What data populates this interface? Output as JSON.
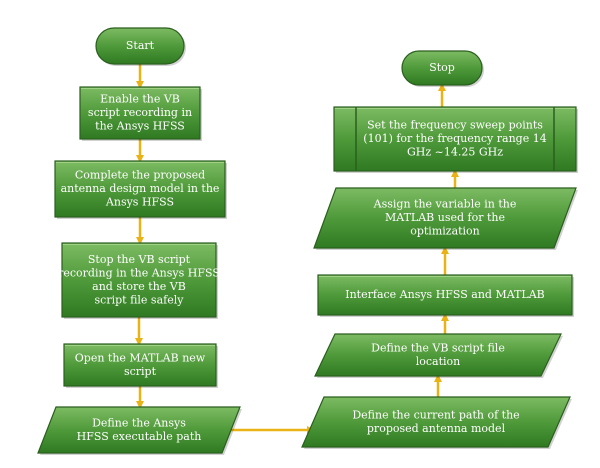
{
  "colors": {
    "fill_dark": "#2f7a22",
    "fill_mid": "#4f9a3a",
    "fill_light": "#7dbb63",
    "stroke": "#2a5f1e",
    "text": "#ffffff",
    "arrow": "#e9b315"
  },
  "nodes": {
    "start": {
      "lines": [
        "Start"
      ]
    },
    "enable_recording": {
      "lines": [
        "Enable the VB",
        "script recording in",
        "the Ansys HFSS"
      ]
    },
    "complete_model": {
      "lines": [
        "Complete the proposed",
        "antenna design model in the",
        "Ansys HFSS"
      ]
    },
    "stop_recording": {
      "lines": [
        "Stop the VB script",
        "recording in the Ansys HFSS",
        "and store the VB",
        "script file safely"
      ]
    },
    "open_script": {
      "lines": [
        "Open the MATLAB new",
        "script"
      ]
    },
    "define_exe_path": {
      "lines": [
        "Define the Ansys",
        "HFSS executable path"
      ]
    },
    "define_current_path": {
      "lines": [
        "Define the current path of the",
        "proposed antenna model"
      ]
    },
    "define_vb_location": {
      "lines": [
        "Define the VB script file",
        "location"
      ]
    },
    "interface": {
      "lines": [
        "Interface Ansys HFSS and MATLAB"
      ]
    },
    "assign_variable": {
      "lines": [
        "Assign the variable in the",
        "MATLAB used for the",
        "optimization"
      ]
    },
    "sweep_points": {
      "lines": [
        "Set the frequency sweep points",
        "(101) for the frequency range 14",
        "GHz ~14.25 GHz"
      ]
    },
    "stop": {
      "lines": [
        "Stop"
      ]
    }
  }
}
